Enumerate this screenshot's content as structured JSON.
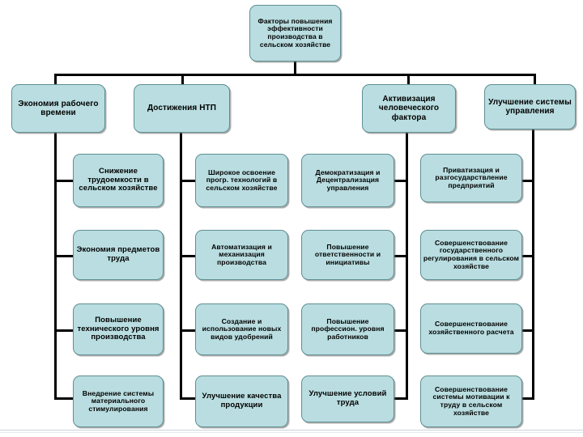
{
  "diagram": {
    "type": "tree",
    "title": "Факторы повышения эффективности производства в сельском хозяйстве",
    "colors": {
      "node_fill": "#b9dde0",
      "node_border": "#5f8f93",
      "connector": "#000000",
      "background": "#ffffff"
    },
    "root": {
      "label": "Факторы повышения эффективности производства в сельском хозяйстве"
    },
    "branches": [
      {
        "label": "Экономия рабочего времени",
        "children": [
          {
            "label": "Снижение трудоемкости в сельском хозяйстве"
          },
          {
            "label": "Экономия предметов труда"
          },
          {
            "label": "Повышение технического уровня производства"
          },
          {
            "label": "Внедрение системы материального стимулирования"
          }
        ]
      },
      {
        "label": "Достижения НТП",
        "children": [
          {
            "label": "Широкое освоение прогр. технологий в сельском хозяйстве"
          },
          {
            "label": "Автоматизация и механизация производства"
          },
          {
            "label": "Создание и использование новых видов удобрений"
          },
          {
            "label": "Улучшение качества продукции"
          }
        ]
      },
      {
        "label": "Активизация человеческого фактора",
        "children": [
          {
            "label": "Демократизация и Децентрализация управления"
          },
          {
            "label": "Повышение ответственности и инициативы"
          },
          {
            "label": "Повышение профессион. уровня работников"
          },
          {
            "label": "Улучшение условий труда"
          }
        ]
      },
      {
        "label": "Улучшение системы управления",
        "children": [
          {
            "label": "Приватизация и разгосударствление предприятий"
          },
          {
            "label": "Совершенствование государственного регулирования в сельском хозяйстве"
          },
          {
            "label": "Совершенствование хозяйственного расчета"
          },
          {
            "label": "Совершенствование системы мотивации к труду в сельском хозяйстве"
          }
        ]
      }
    ]
  }
}
